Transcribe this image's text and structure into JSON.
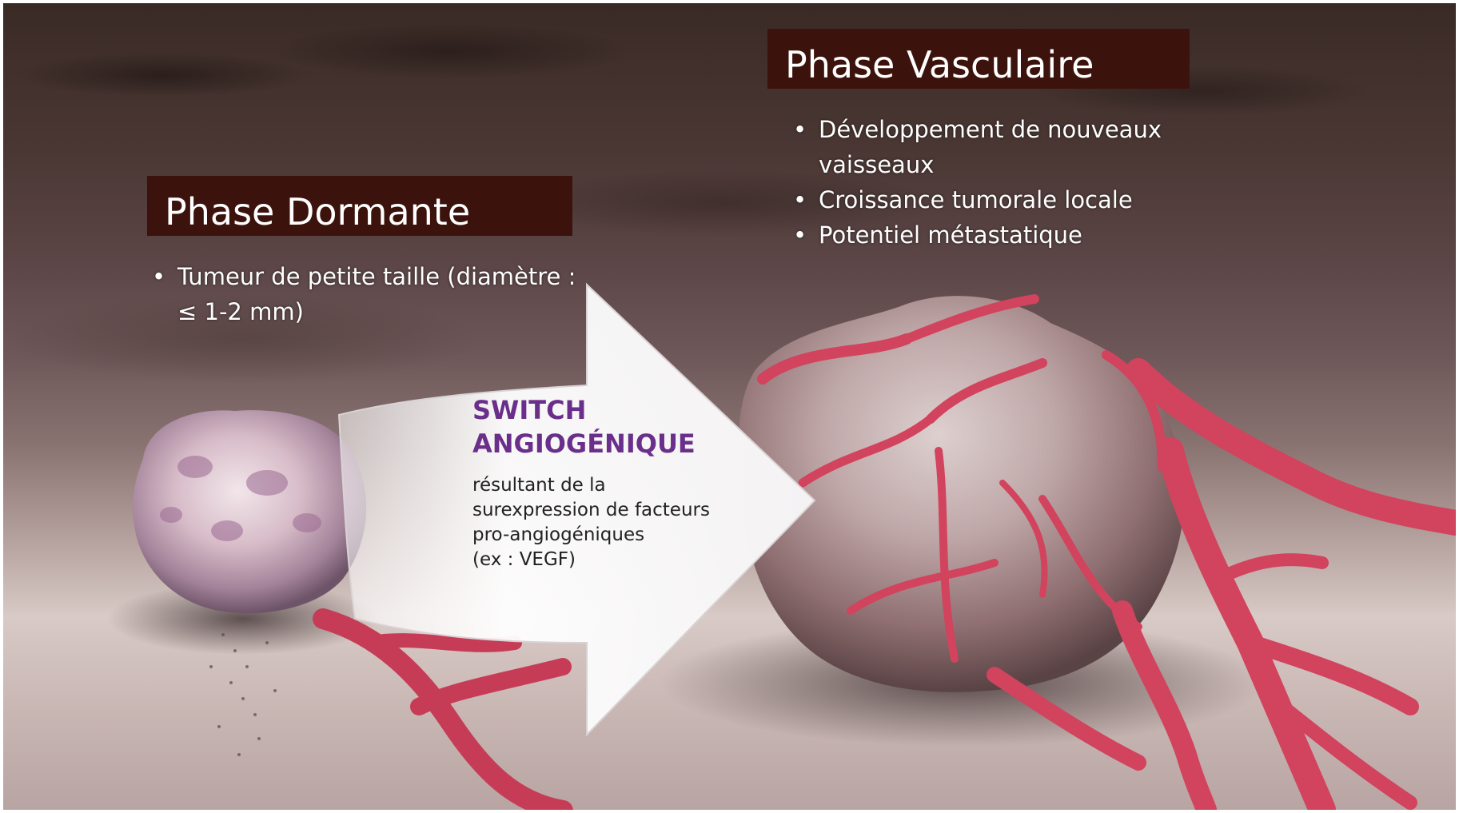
{
  "colors": {
    "heading_bg": "#3c130c",
    "switch_title": "#6a2f8a",
    "vessel": "#d2435d",
    "arrow": "#ffffff"
  },
  "dormant": {
    "title": "Phase Dormante",
    "bullets": [
      "Tumeur de petite taille (diamètre : ≤ 1-2 mm)"
    ]
  },
  "vasculaire": {
    "title": "Phase Vasculaire",
    "bullets": [
      "Développement de nouveaux vaisseaux",
      "Croissance tumorale locale",
      "Potentiel métastatique"
    ]
  },
  "switch": {
    "title_line1": "SWITCH",
    "title_line2": "ANGIOGÉNIQUE",
    "desc_lines": [
      "résultant de la",
      "surexpression de facteurs",
      "pro-angiogéniques",
      "(ex : VEGF)"
    ]
  }
}
